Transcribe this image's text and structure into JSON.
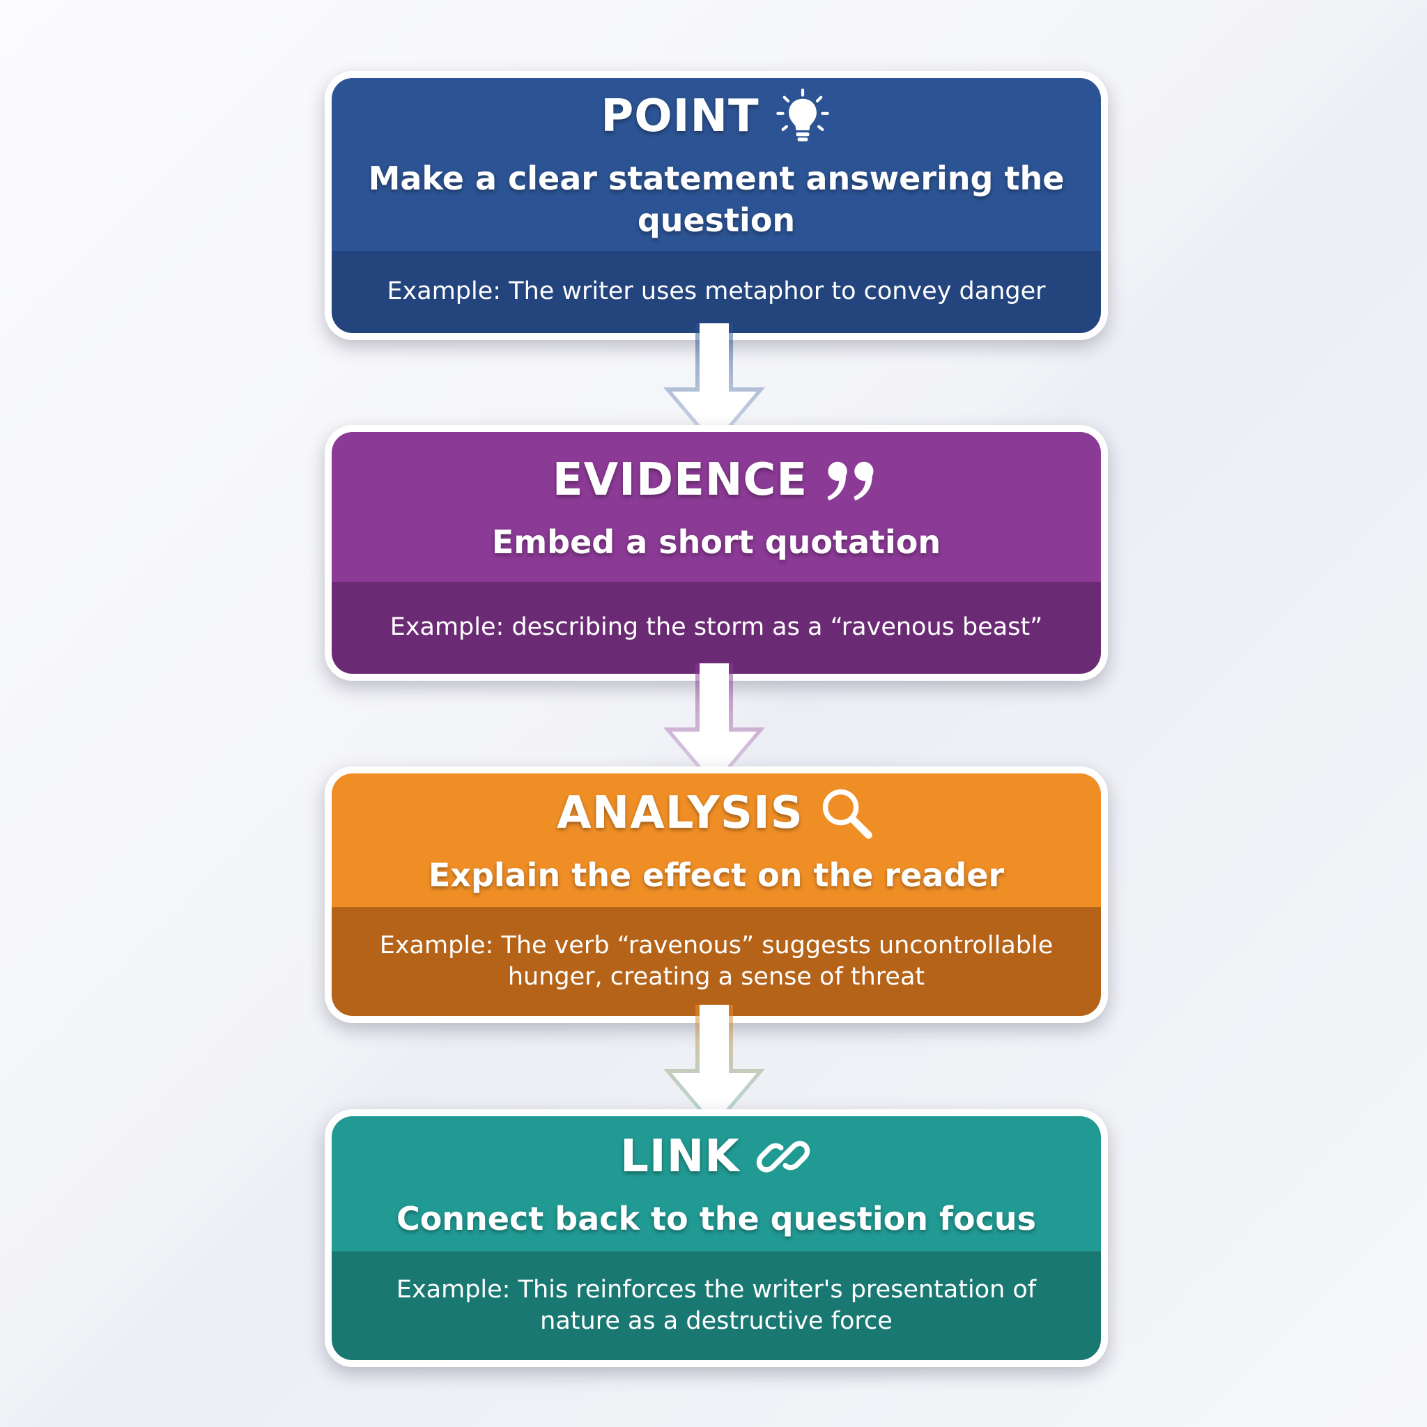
{
  "steps": [
    {
      "title": "POINT",
      "icon": "lightbulb-icon",
      "description": "Make a clear statement answering the question",
      "example": "Example: The writer uses metaphor to convey danger",
      "color": "#2c5393"
    },
    {
      "title": "EVIDENCE",
      "icon": "quotation-mark-icon",
      "description": "Embed a short quotation",
      "example": "Example: describing the storm as a “ravenous beast”",
      "color": "#8b3a95"
    },
    {
      "title": "ANALYSIS",
      "icon": "magnifying-glass-icon",
      "description": "Explain the effect on the reader",
      "example": "Example: The verb “ravenous” suggests uncontrollable hunger, creating a sense of threat",
      "color": "#f08e26"
    },
    {
      "title": "LINK",
      "icon": "chain-link-icon",
      "description": "Connect back to the question focus",
      "example": "Example: This reinforces the writer's presentation of nature as a destructive force",
      "color": "#219a93"
    }
  ]
}
